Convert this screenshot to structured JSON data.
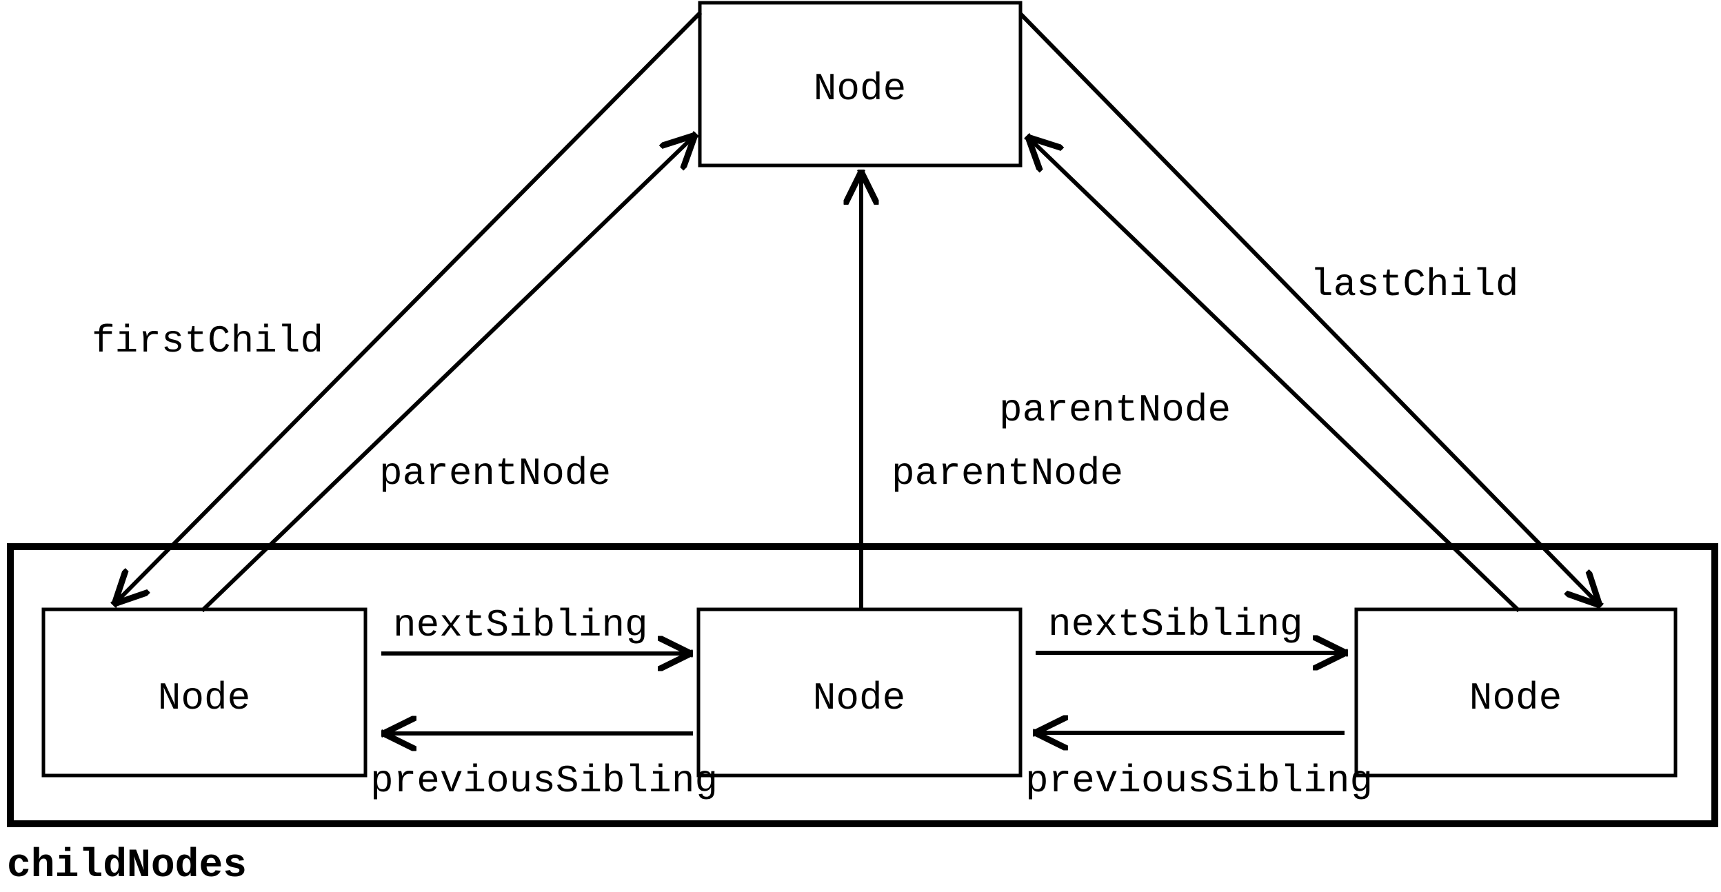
{
  "diagram": {
    "background_color": "#ffffff",
    "line_color": "#000000",
    "parent_box_label": "Node",
    "child_box_labels": [
      "Node",
      "Node",
      "Node"
    ],
    "container_label": "childNodes",
    "edge_labels": {
      "first_child": "firstChild",
      "last_child": "lastChild",
      "parent_node_left": "parentNode",
      "parent_node_middle": "parentNode",
      "parent_node_right": "parentNode",
      "next_sibling_left": "nextSibling",
      "next_sibling_right": "nextSibling",
      "previous_sibling_left": "previousSibling",
      "previous_sibling_right": "previousSibling"
    }
  }
}
